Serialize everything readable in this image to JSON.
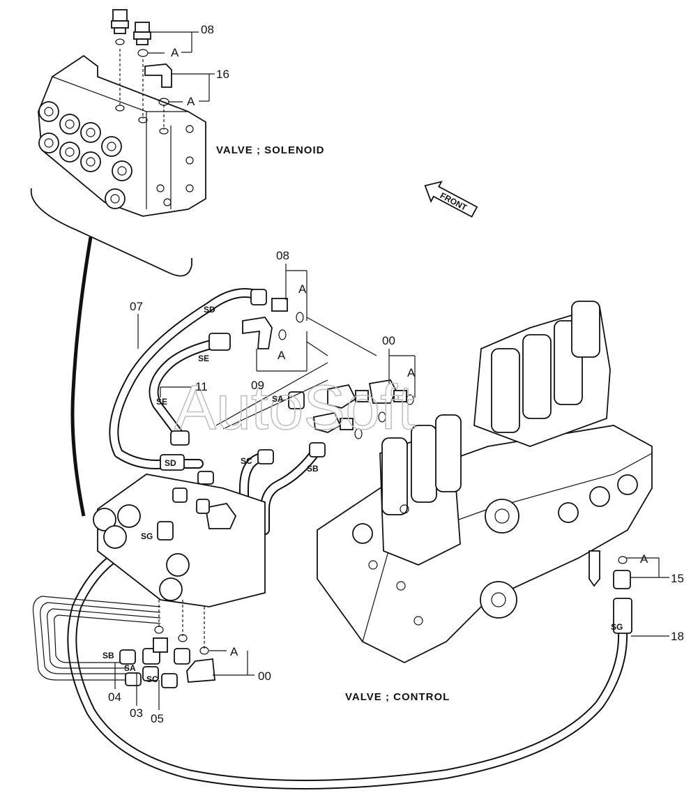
{
  "titles": {
    "solenoid": "VALVE ; SOLENOID",
    "control": "VALVE ; CONTROL",
    "front": "FRONT"
  },
  "watermark": "AutoSoft",
  "part_numbers": {
    "p08_top": "08",
    "p16": "16",
    "p07": "07",
    "p08_mid": "08",
    "p09": "09",
    "p11": "11",
    "p00_mid": "00",
    "p15": "15",
    "p18": "18",
    "p04": "04",
    "p03": "03",
    "p05": "05",
    "p00_bottom": "00"
  },
  "group_marks": {
    "a1": "A",
    "a2": "A",
    "a3": "A",
    "a4": "A",
    "a5": "A",
    "a6": "A",
    "a7": "A"
  },
  "hose_tags": {
    "sd_top": "SD",
    "se_top": "SE",
    "se_mid": "SE",
    "sa": "SA",
    "sc": "SC",
    "sb": "SB",
    "sd_low": "SD",
    "sg_left": "SG",
    "sg_right": "SG",
    "sb_bottom": "SB",
    "sa_bottom": "SA",
    "sc_bottom": "SC"
  }
}
